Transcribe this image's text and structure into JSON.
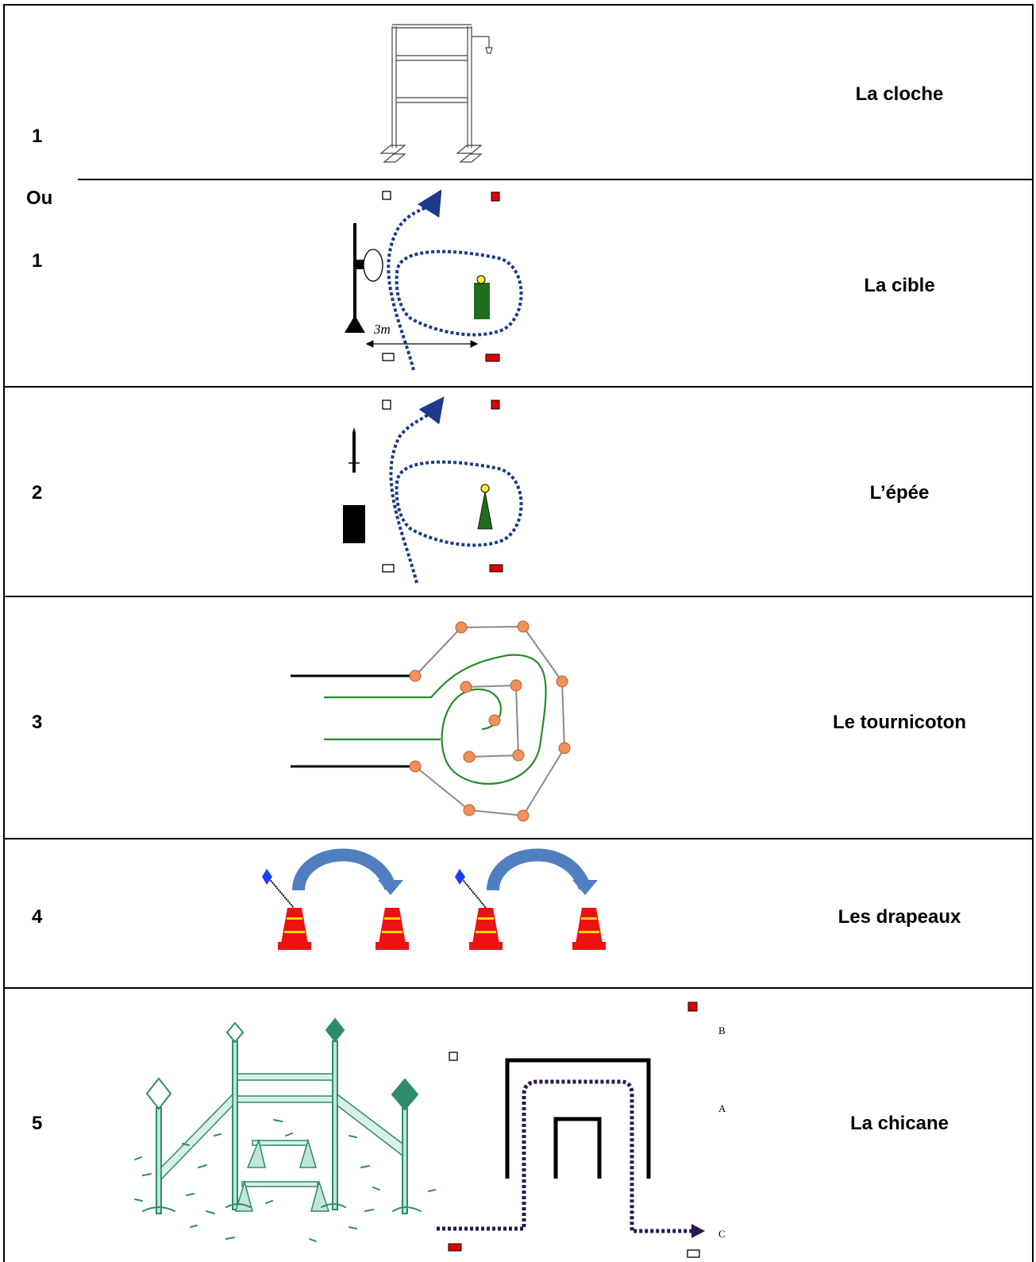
{
  "rows": [
    {
      "number": "1",
      "name": "La cloche"
    },
    {
      "alt_prefix": "Ou",
      "number": "1",
      "name": "La cible",
      "distance_label": "3m"
    },
    {
      "number": "2",
      "name": "L’épée"
    },
    {
      "number": "3",
      "name": "Le tournicoton"
    },
    {
      "number": "4",
      "name": "Les drapeaux"
    },
    {
      "number": "5",
      "name": "La chicane",
      "markers": [
        "B",
        "A",
        "C"
      ]
    }
  ],
  "colors": {
    "path_blue": "#1f3a8a",
    "marker_red": "#e00000",
    "rider_green": "#1f6e1f",
    "tournicoton_green": "#2a8a2a",
    "cone_orange": "#f0905a",
    "cone_red": "#ee1111",
    "arrow_blue": "#4f7fbf",
    "chicane_teal": "#2e8b6e",
    "chicane_path": "#2a1850"
  }
}
